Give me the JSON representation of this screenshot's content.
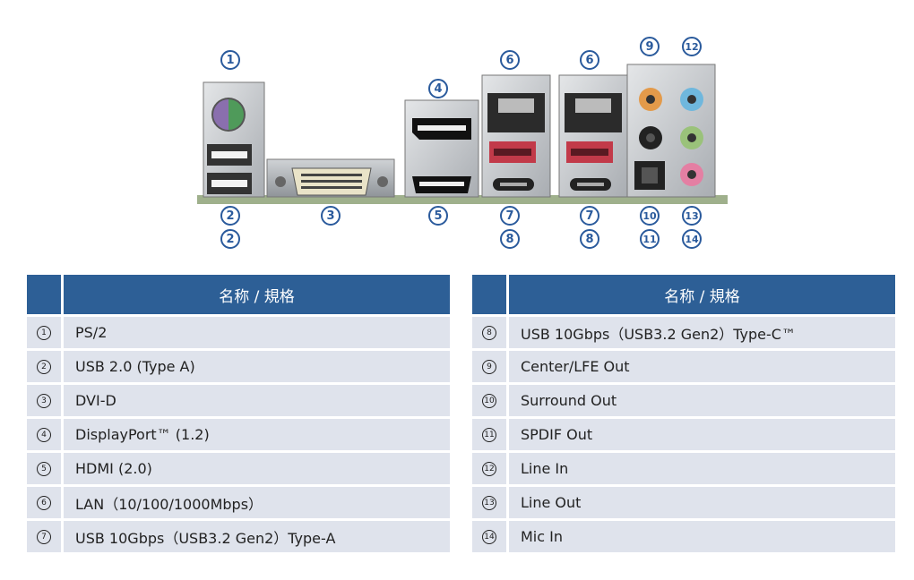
{
  "callouts": {
    "c1": "1",
    "c2a": "2",
    "c2b": "2",
    "c3": "3",
    "c4": "4",
    "c5": "5",
    "c6a": "6",
    "c6b": "6",
    "c7a": "7",
    "c7b": "7",
    "c8a": "8",
    "c8b": "8",
    "c9": "9",
    "c10": "10",
    "c11": "11",
    "c12": "12",
    "c13": "13",
    "c14": "14"
  },
  "tables": {
    "header": "名称 / 規格",
    "left": [
      {
        "num": "1",
        "name": "PS/2"
      },
      {
        "num": "2",
        "name": "USB 2.0 (Type A)"
      },
      {
        "num": "3",
        "name": "DVI-D"
      },
      {
        "num": "4",
        "name": "DisplayPort™ (1.2)"
      },
      {
        "num": "5",
        "name": "HDMI (2.0)"
      },
      {
        "num": "6",
        "name": "LAN（10/100/1000Mbps）"
      },
      {
        "num": "7",
        "name": "USB 10Gbps（USB3.2 Gen2）Type-A"
      }
    ],
    "right": [
      {
        "num": "8",
        "name": "USB 10Gbps（USB3.2 Gen2）Type-C™"
      },
      {
        "num": "9",
        "name": "Center/LFE Out"
      },
      {
        "num": "10",
        "name": "Surround Out"
      },
      {
        "num": "11",
        "name": "SPDIF Out"
      },
      {
        "num": "12",
        "name": "Line In"
      },
      {
        "num": "13",
        "name": "Line Out"
      },
      {
        "num": "14",
        "name": "Mic In"
      }
    ]
  },
  "colors": {
    "header_bg": "#2d5f96",
    "row_bg": "#dfe3ec",
    "callout": "#2a5a9c"
  }
}
